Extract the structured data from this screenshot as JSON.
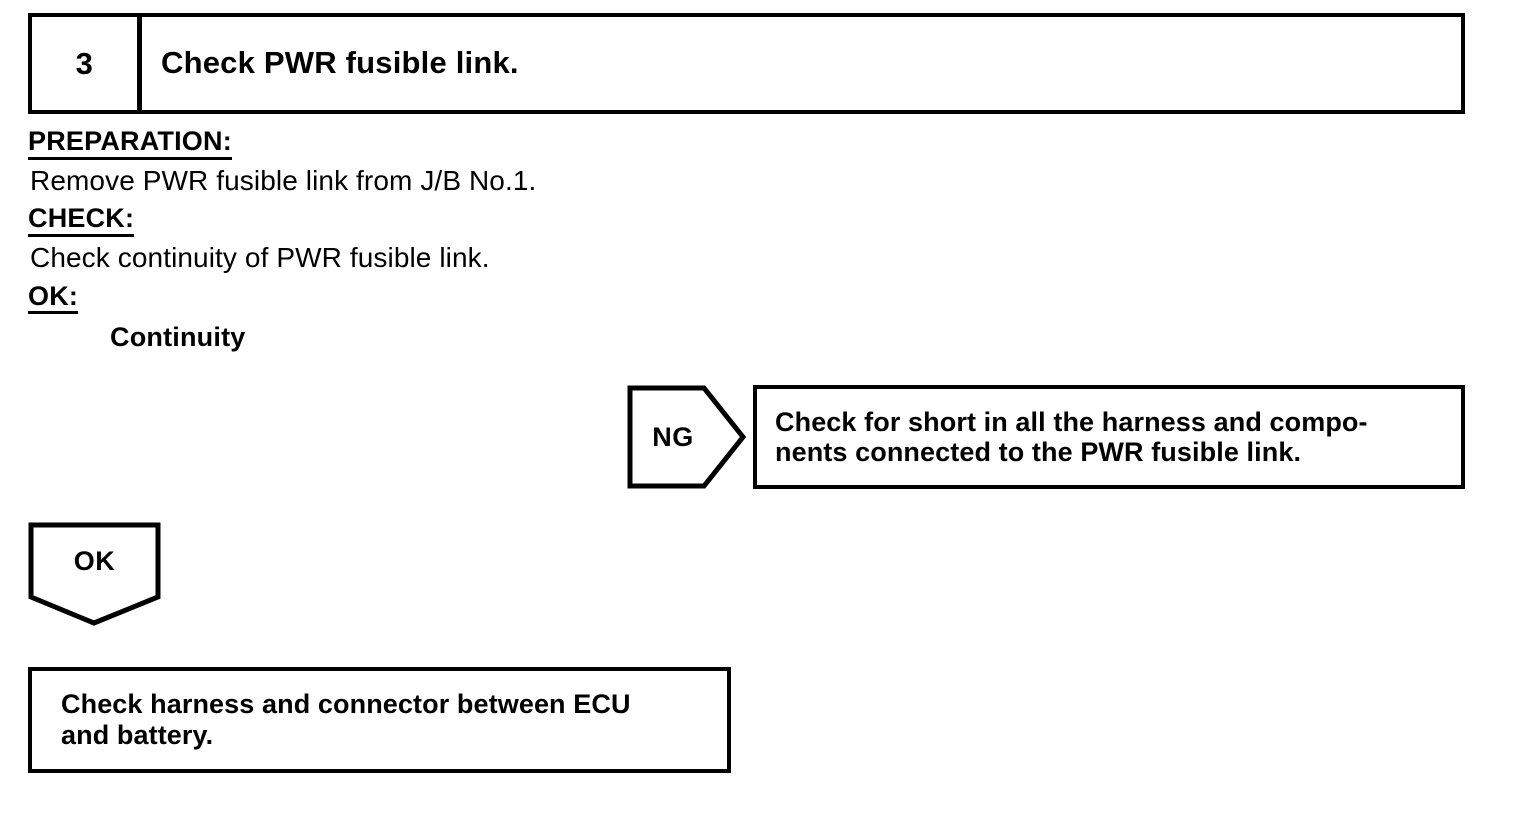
{
  "step": {
    "number": "3",
    "title": "Check PWR fusible link."
  },
  "instructions": {
    "preparation_label": "PREPARATION:",
    "preparation_text": "Remove PWR fusible link from J/B No.1.",
    "check_label": "CHECK:",
    "check_text": "Check continuity of PWR fusible link.",
    "ok_label": "OK:",
    "ok_result": "Continuity"
  },
  "ng_branch": {
    "arrow_label": "NG",
    "action_line1": "Check for short in all the harness and compo-",
    "action_line2": "nents connected to the PWR fusible link."
  },
  "ok_branch": {
    "arrow_label": "OK",
    "action_line1": "Check harness and connector between ECU",
    "action_line2": "and battery."
  },
  "colors": {
    "ink": "#000000",
    "paper": "#ffffff"
  }
}
